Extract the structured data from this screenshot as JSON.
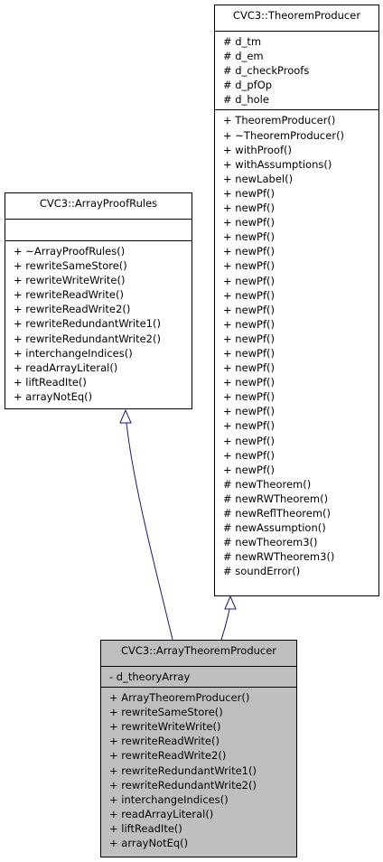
{
  "classes": {
    "array_proof_rules": {
      "name": "CVC3::ArrayProofRules",
      "attributes": [],
      "methods": [
        "+ ~ArrayProofRules()",
        "+ rewriteSameStore()",
        "+ rewriteWriteWrite()",
        "+ rewriteReadWrite()",
        "+ rewriteReadWrite2()",
        "+ rewriteRedundantWrite1()",
        "+ rewriteRedundantWrite2()",
        "+ interchangeIndices()",
        "+ readArrayLiteral()",
        "+ liftReadIte()",
        "+ arrayNotEq()"
      ]
    },
    "theorem_producer": {
      "name": "CVC3::TheoremProducer",
      "attributes": [
        "# d_tm",
        "# d_em",
        "# d_checkProofs",
        "# d_pfOp",
        "# d_hole"
      ],
      "methods": [
        "+ TheoremProducer()",
        "+ ~TheoremProducer()",
        "+ withProof()",
        "+ withAssumptions()",
        "+ newLabel()",
        "+ newPf()",
        "+ newPf()",
        "+ newPf()",
        "+ newPf()",
        "+ newPf()",
        "+ newPf()",
        "+ newPf()",
        "+ newPf()",
        "+ newPf()",
        "+ newPf()",
        "+ newPf()",
        "+ newPf()",
        "+ newPf()",
        "+ newPf()",
        "+ newPf()",
        "+ newPf()",
        "+ newPf()",
        "+ newPf()",
        "+ newPf()",
        "+ newPf()",
        "# newTheorem()",
        "# newRWTheorem()",
        "# newReflTheorem()",
        "# newAssumption()",
        "# newTheorem3()",
        "# newRWTheorem3()",
        "# soundError()"
      ]
    },
    "array_theorem_producer": {
      "name": "CVC3::ArrayTheoremProducer",
      "attributes": [
        "- d_theoryArray"
      ],
      "methods": [
        "+ ArrayTheoremProducer()",
        "+ rewriteSameStore()",
        "+ rewriteWriteWrite()",
        "+ rewriteReadWrite()",
        "+ rewriteReadWrite2()",
        "+ rewriteRedundantWrite1()",
        "+ rewriteRedundantWrite2()",
        "+ interchangeIndices()",
        "+ readArrayLiteral()",
        "+ liftReadIte()",
        "+ arrayNotEq()"
      ]
    }
  },
  "colors": {
    "box_fill": "#ffffff",
    "derived_fill": "#bfbfbf",
    "border": "#000000",
    "relation_line": "#191970"
  }
}
